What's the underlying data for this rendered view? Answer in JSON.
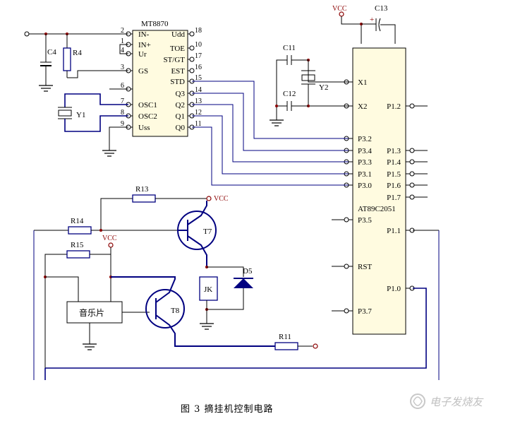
{
  "chip1": {
    "name": "MT8870",
    "left_pins": [
      {
        "num": "2",
        "label": "IN-"
      },
      {
        "num": "1",
        "label": "IN+"
      },
      {
        "num": "4",
        "label": "Ur"
      },
      {
        "num": "3",
        "label": "GS"
      },
      {
        "num": "6",
        "label": ""
      },
      {
        "num": "7",
        "label": "OSC1"
      },
      {
        "num": "8",
        "label": "OSC2"
      },
      {
        "num": "9",
        "label": "Uss"
      }
    ],
    "right_pins": [
      {
        "num": "18",
        "label": "Udd"
      },
      {
        "num": "10",
        "label": "TOE"
      },
      {
        "num": "17",
        "label": "ST/GT"
      },
      {
        "num": "16",
        "label": "EST"
      },
      {
        "num": "15",
        "label": "STD"
      },
      {
        "num": "14",
        "label": "Q3"
      },
      {
        "num": "13",
        "label": "Q2"
      },
      {
        "num": "12",
        "label": "Q1"
      },
      {
        "num": "11",
        "label": "Q0"
      }
    ]
  },
  "chip2": {
    "name": "AT89C2051",
    "left_pins": [
      "X1",
      "X2",
      "P3.2",
      "P3.4",
      "P3.3",
      "P3.1",
      "P3.0",
      "P3.5",
      "RST",
      "P3.7"
    ],
    "right_pins": [
      "P1.2",
      "P1.3",
      "P1.4",
      "P1.5",
      "P1.6",
      "P1.7",
      "P1.1",
      "P1.0"
    ]
  },
  "components": {
    "c4": "C4",
    "r4": "R4",
    "y1": "Y1",
    "c11": "C11",
    "c12": "C12",
    "y2": "Y2",
    "c13": "C13",
    "c13_plus": "+",
    "r13": "R13",
    "r14": "R14",
    "r15": "R15",
    "t7": "T7",
    "t8": "T8",
    "d5": "D5",
    "jk": "JK",
    "r11": "R11",
    "music": "音乐片"
  },
  "power": {
    "vcc_top": "VCC",
    "vcc_t7": "VCC",
    "vcc_r15": "VCC"
  },
  "caption": "图 3  摘挂机控制电路",
  "watermark": "电子发烧友"
}
